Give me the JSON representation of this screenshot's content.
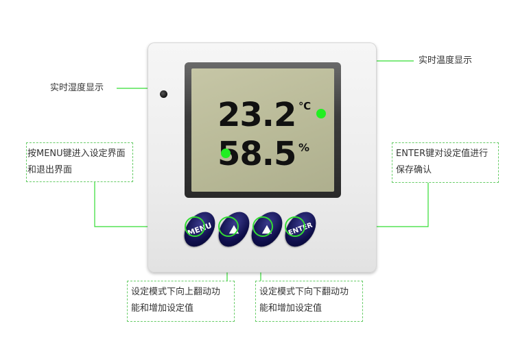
{
  "device": {
    "temperature_value": "23.2",
    "temperature_unit": "℃",
    "humidity_value": "58.5",
    "humidity_unit": "%",
    "buttons": {
      "menu_label": "MENU",
      "enter_label": "ENTER"
    }
  },
  "annotations": {
    "humidity_display": "实时湿度显示",
    "temperature_display": "实时温度显示",
    "menu_line1": "按MENU键进入设定界面",
    "menu_line2": "和退出界面",
    "enter_line1": "ENTER键对设定值进行",
    "enter_line2": "保存确认",
    "up_line1": "设定模式下向上翻动功",
    "up_line2": "能和增加设定值",
    "down_line1": "设定模式下向下翻动功",
    "down_line2": "能和增加设定值"
  },
  "colors": {
    "callout_green": "#33dd33",
    "button_navy": "#0e0e4a",
    "lcd_background": "#b9ba98"
  }
}
